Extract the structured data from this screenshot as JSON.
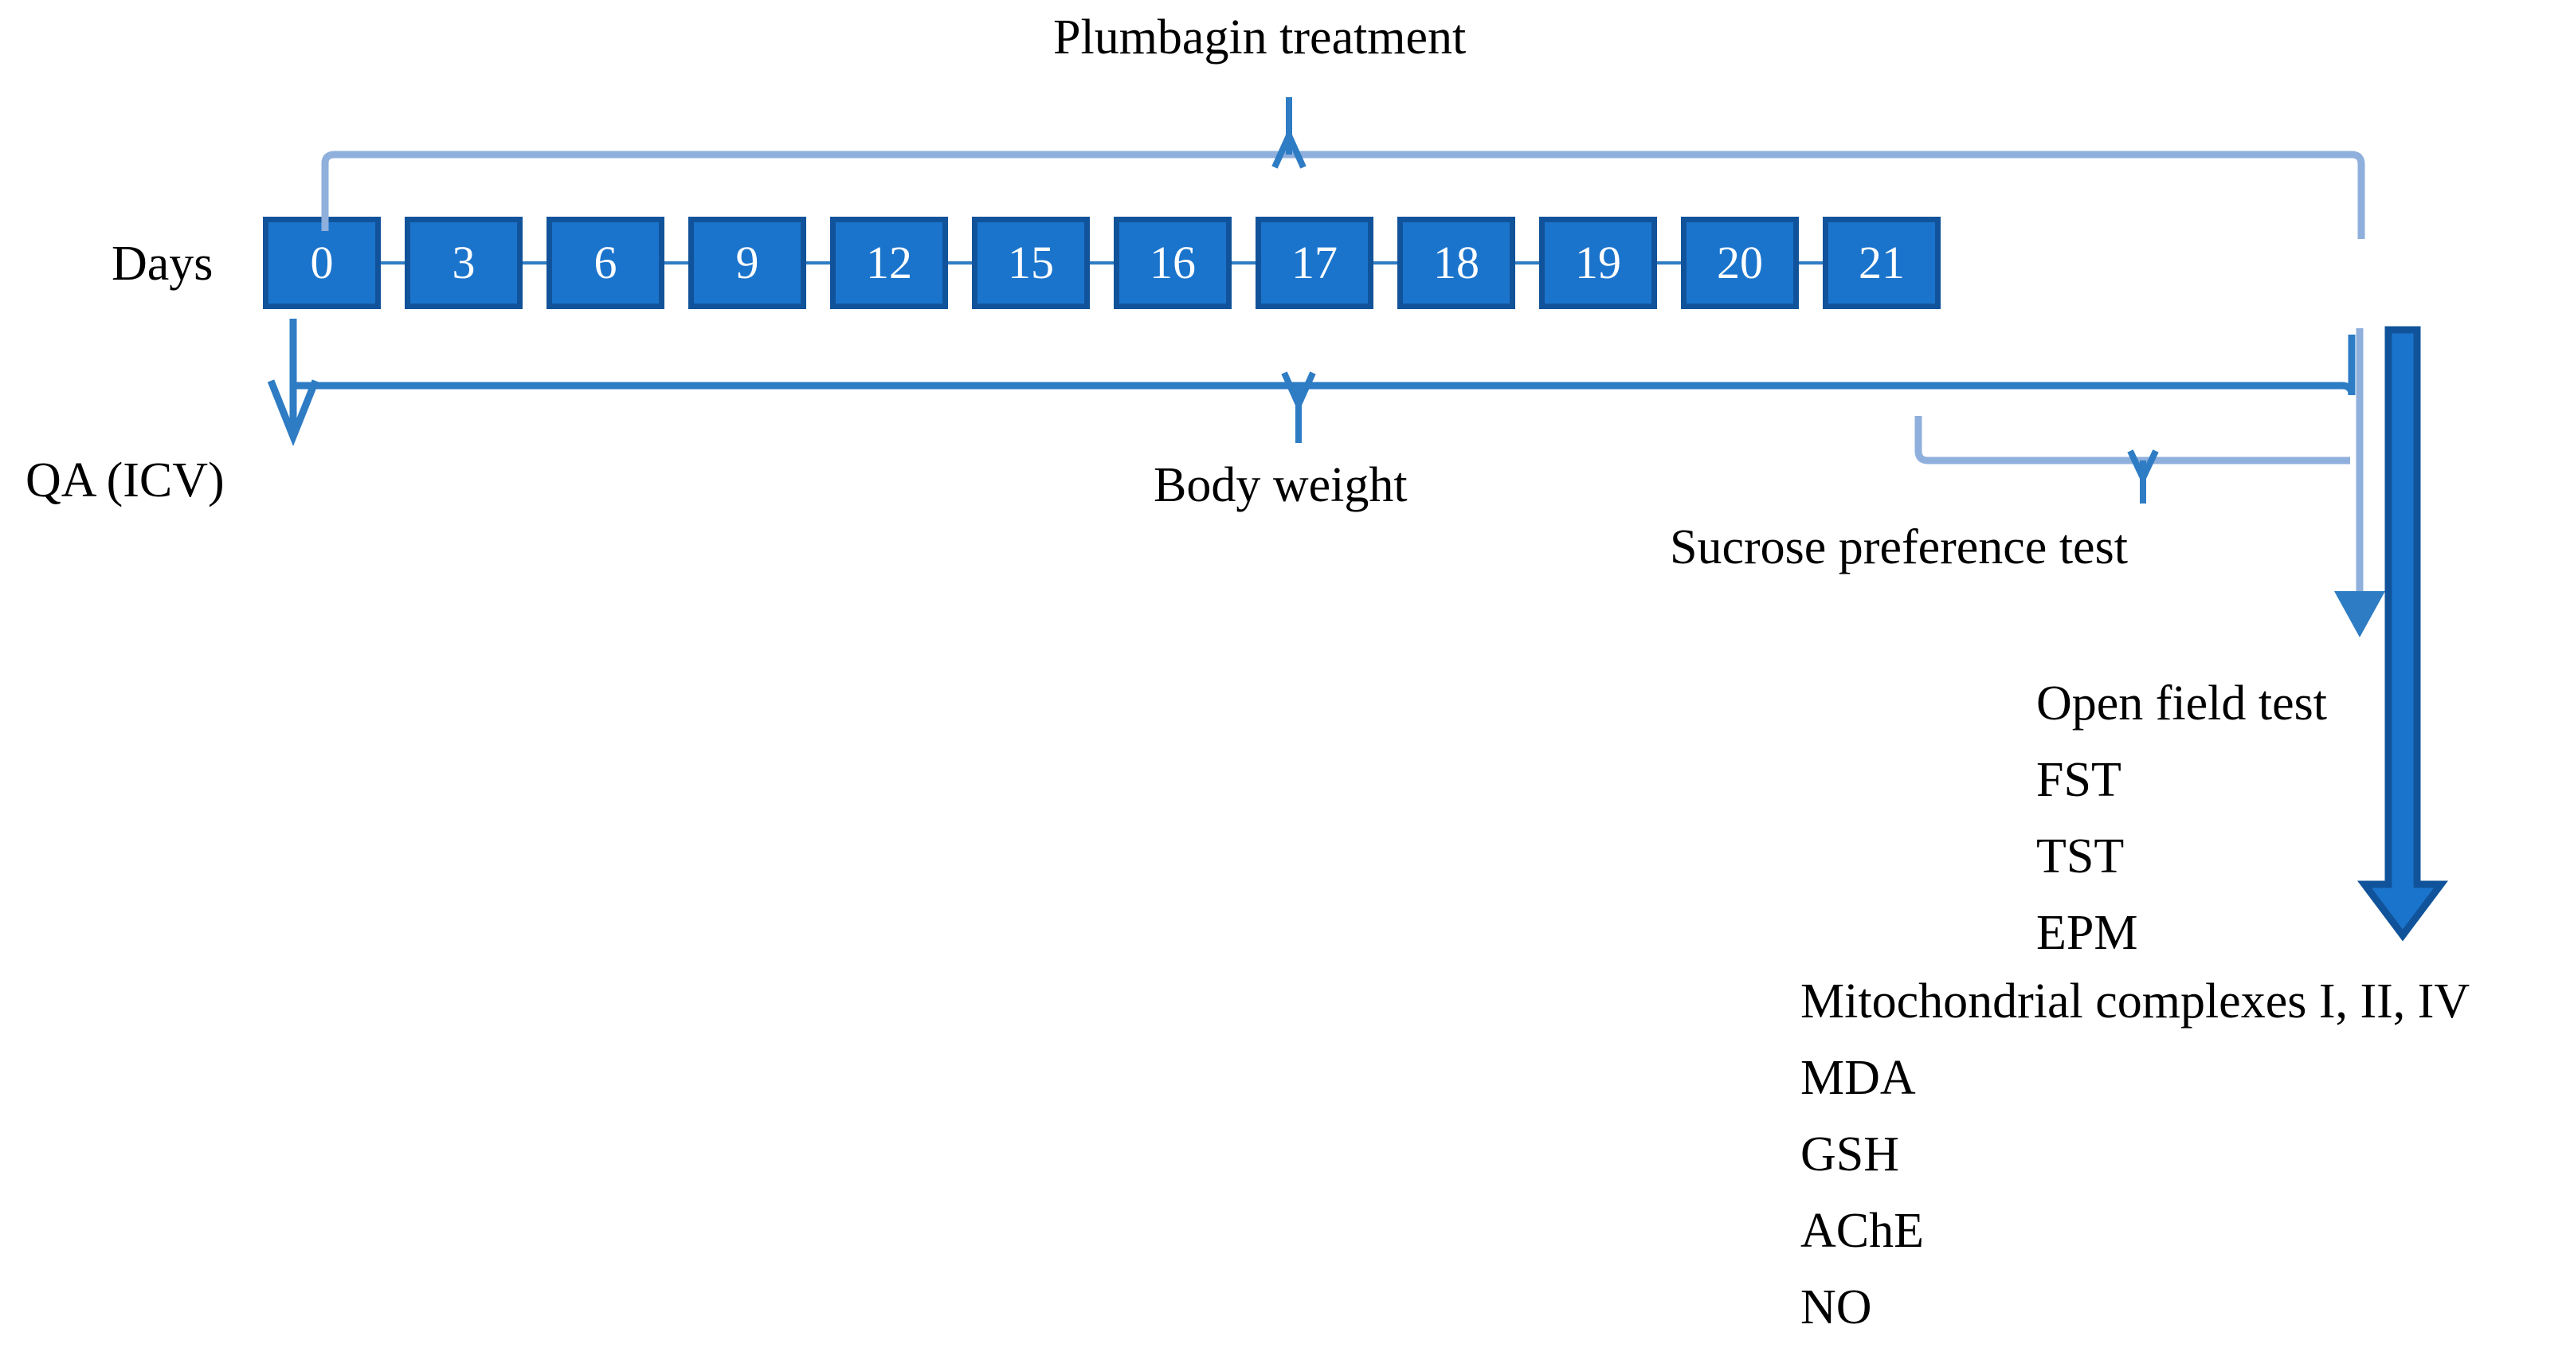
{
  "figure": {
    "type": "experimental-timeline",
    "title_top": "Plumbagin treatment",
    "axis_label": "Days"
  },
  "timeline": {
    "label": "Days",
    "days": [
      {
        "value": "0"
      },
      {
        "value": "3"
      },
      {
        "value": "6"
      },
      {
        "value": "9"
      },
      {
        "value": "12"
      },
      {
        "value": "15"
      },
      {
        "value": "16"
      },
      {
        "value": "17"
      },
      {
        "value": "18"
      },
      {
        "value": "19"
      },
      {
        "value": "20"
      },
      {
        "value": "21"
      }
    ]
  },
  "brackets": {
    "plumbagin": {
      "label": "Plumbagin treatment",
      "span_start_day": "0",
      "span_end_day": "21",
      "position": "above"
    },
    "body_weight": {
      "label": "Body weight",
      "span_start_day": "0",
      "span_end_day": "21",
      "position": "below"
    },
    "sucrose": {
      "label": "Sucrose preference test",
      "span_start_day": "19",
      "span_end_day": "21",
      "position": "below"
    }
  },
  "markers": {
    "qa_icv": {
      "label": "QA (ICV)",
      "day": "0"
    }
  },
  "endpoint_assays": {
    "behavioral": [
      "Open field test",
      "FST",
      "TST",
      "EPM"
    ],
    "biochemical": [
      "Mitochondrial complexes I, II, IV",
      "MDA",
      "GSH",
      "AChE",
      "NO"
    ]
  },
  "colors": {
    "box_fill": "#1B74CC",
    "box_border": "#11539A",
    "connector": "#2E7CC4",
    "bracket_light": "#8FAFDC",
    "bracket_mid": "#2E7CC4",
    "arrow_thick_fill": "#1B74CC",
    "arrow_thick_border": "#11539A",
    "text": "#000000"
  }
}
